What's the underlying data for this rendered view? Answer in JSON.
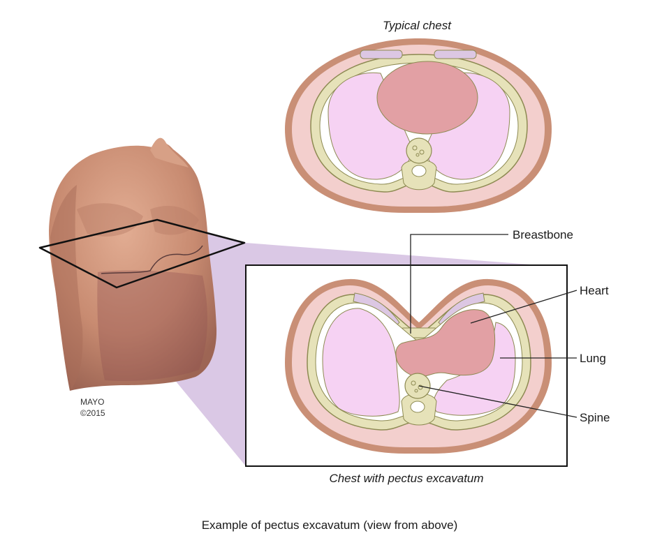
{
  "titles": {
    "typical": "Typical chest",
    "pectus": "Chest with pectus excavatum"
  },
  "labels": {
    "breastbone": "Breastbone",
    "heart": "Heart",
    "lung": "Lung",
    "spine": "Spine"
  },
  "caption": "Example of pectus excavatum (view from above)",
  "credit": {
    "line1": "MAYO",
    "line2": "©2015"
  },
  "colors": {
    "skin_outer": "#c98f76",
    "tissue": "#f3cfcd",
    "rib": "#e6e2b9",
    "rib_stroke": "#8d8a52",
    "lung": "#f6d2f3",
    "heart": "#e2a0a4",
    "cartilage": "#dcc7e3",
    "plane": "#cdb6dc",
    "torso": "#c98e76"
  }
}
